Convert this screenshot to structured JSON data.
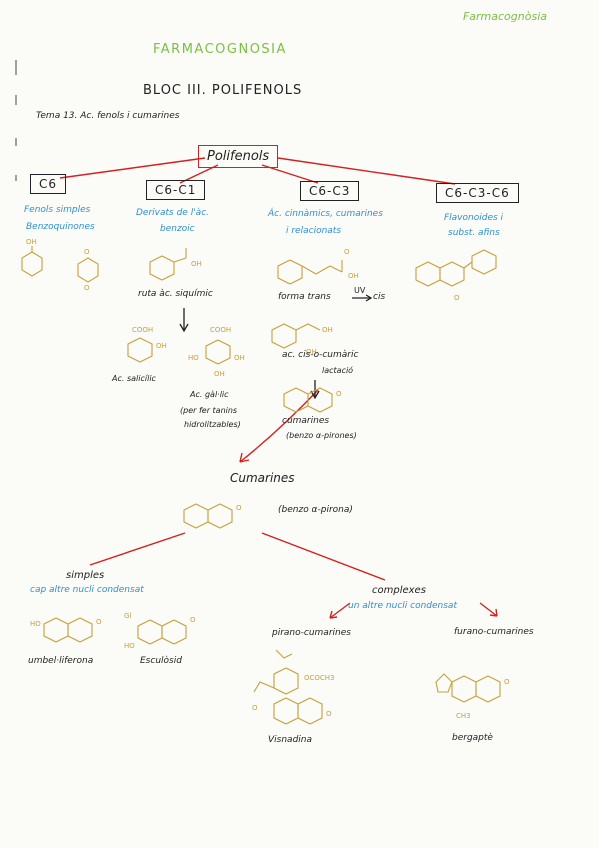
{
  "header": {
    "corner_label": "Farmacognòsia",
    "title": "FARMACOGNOSIA",
    "block": "BLOC III. POLIFENOLS",
    "topic": "Tema 13. Ac. fenols i cumarines"
  },
  "tree": {
    "root": "Polifenols",
    "groups": [
      {
        "label": "C6",
        "desc1": "Fenols simples",
        "desc2": "Benzoquinones"
      },
      {
        "label": "C6-C1",
        "desc1": "Derivats de l'àc.",
        "desc2": "benzoic"
      },
      {
        "label": "C6-C3",
        "desc1": "Ác. cinnàmics, cumarines",
        "desc2": "i relacionats"
      },
      {
        "label": "C6-C3-C6",
        "desc1": "Flavonoides i",
        "desc2": "subst. afins"
      }
    ]
  },
  "c6c1": {
    "route": "ruta àc. siquímic",
    "salicylic": "Ac. salicílic",
    "gallic": "Ac. gàl·lic",
    "gallic_note1": "(per fer tanins",
    "gallic_note2": "hidrolitzables)"
  },
  "c6c3": {
    "trans": "forma trans",
    "uv": "UV",
    "cis": "cis",
    "coumaric": "ac. cis-o-cumàric",
    "lactonization": "lactació",
    "coumarins": "cumarines",
    "coumarins_note": "(benzo α-pirones)"
  },
  "cumarines": {
    "title": "Cumarines",
    "formula_note": "(benzo α-pirona)",
    "simples": {
      "label": "simples",
      "desc": "cap altre nucli condensat",
      "compounds": [
        "umbel·liferona",
        "Esculòsid"
      ]
    },
    "complexes": {
      "label": "complexes",
      "desc": "un altre nucli condensat",
      "pyrano": "pirano-cumarines",
      "furano": "furano-cumarines",
      "visnadina": "Visnadina",
      "bergapte": "bergaptè"
    }
  },
  "colors": {
    "green": "#7bc043",
    "blue": "#2d8fd5",
    "red": "#d42020",
    "structure": "#c8a03c"
  }
}
